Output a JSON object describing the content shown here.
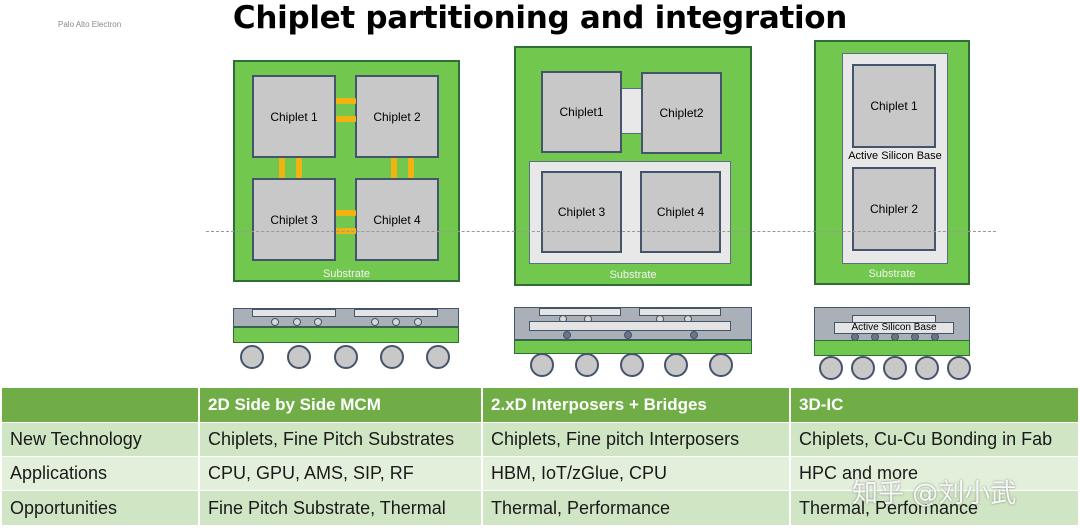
{
  "watermark_top": "Palo Alto Electron",
  "title": "Chiplet partitioning and integration",
  "diagram1": {
    "chiplets": [
      "Chiplet 1",
      "Chiplet 2",
      "Chiplet 3",
      "Chiplet 4"
    ],
    "substrate": "Substrate"
  },
  "diagram2": {
    "chiplets": [
      "Chiplet1",
      "Chiplet2",
      "Chiplet 3",
      "Chiplet 4"
    ],
    "substrate": "Substrate"
  },
  "diagram3": {
    "chiplets": [
      "Chiplet 1",
      "Chipler 2"
    ],
    "base_label": "Active Silicon Base",
    "substrate": "Substrate",
    "xs_label": "Active Silicon Base"
  },
  "table": {
    "header": [
      "",
      "2D Side by Side MCM",
      "2.xD Interposers + Bridges",
      "3D-IC"
    ],
    "rows": [
      [
        "New Technology",
        "Chiplets, Fine Pitch Substrates",
        "Chiplets, Fine pitch Interposers",
        "Chiplets, Cu-Cu Bonding in Fab"
      ],
      [
        "Applications",
        "CPU, GPU, AMS, SIP, RF",
        "HBM, IoT/zGlue, CPU",
        "HPC and more"
      ],
      [
        "Opportunities",
        "Fine Pitch Substrate, Thermal",
        "Thermal, Performance",
        "Thermal, Performance"
      ]
    ]
  },
  "watermark_zhihu": "知乎 @刘小武",
  "colors": {
    "substrate_green": "#72c84f",
    "bridge_yellow": "#f2b312",
    "table_header": "#70ad47",
    "table_row_light": "#e2efda",
    "table_row_mid": "#cfe5c4"
  }
}
